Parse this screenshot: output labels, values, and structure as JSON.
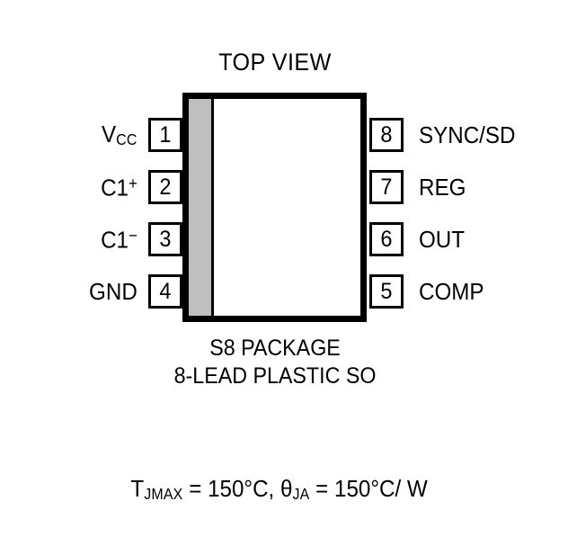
{
  "diagram": {
    "view_label": "TOP VIEW",
    "package": {
      "name_line1": "S8 PACKAGE",
      "name_line2": "8-LEAD PLASTIC SO",
      "body_fill": "#ffffff",
      "outline_color": "#000000",
      "pin1_stripe_color": "#bfbfbf"
    },
    "pins": {
      "left": [
        {
          "number": "1",
          "name": "V",
          "sub": "CC",
          "sup": ""
        },
        {
          "number": "2",
          "name": "C1",
          "sub": "",
          "sup": "+"
        },
        {
          "number": "3",
          "name": "C1",
          "sub": "",
          "sup": "−"
        },
        {
          "number": "4",
          "name": "GND",
          "sub": "",
          "sup": ""
        }
      ],
      "right": [
        {
          "number": "8",
          "name": "SYNC/SD"
        },
        {
          "number": "7",
          "name": "REG"
        },
        {
          "number": "6",
          "name": "OUT"
        },
        {
          "number": "5",
          "name": "COMP"
        }
      ]
    },
    "thermal": {
      "tj_symbol": "T",
      "tj_sub": "JMAX",
      "tj_value": " = 150°C, ",
      "theta_symbol": "θ",
      "theta_sub": "JA",
      "theta_value": " = 150°C/ W"
    }
  }
}
